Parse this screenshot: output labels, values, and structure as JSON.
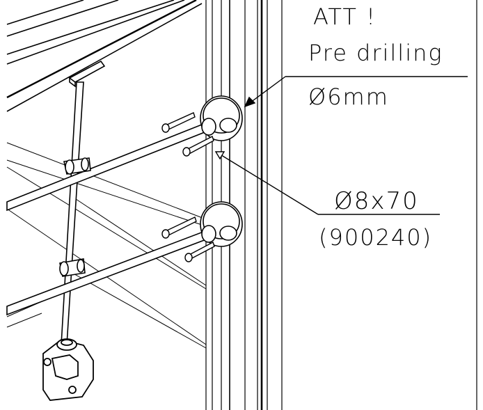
{
  "notes": {
    "warning": "ATT !",
    "predrill": "Pre drilling",
    "diameter": "Ø6mm"
  },
  "screw": {
    "size": "Ø8x70",
    "part_number": "(900240)"
  }
}
